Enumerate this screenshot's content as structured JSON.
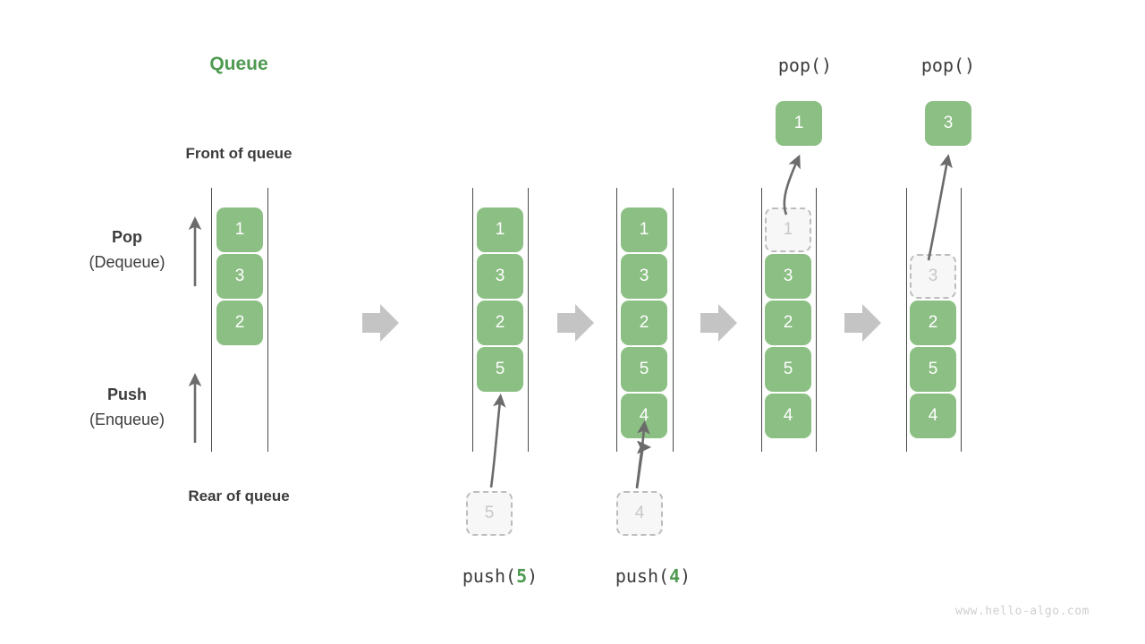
{
  "diagram": {
    "title": "Queue",
    "front_label": "Front of queue",
    "rear_label": "Rear of queue",
    "watermark": "www.hello-algo.com",
    "colors": {
      "accent_green": "#4e9a51",
      "box_green": "#8cbf84",
      "ghost_fill": "#f7f7f7",
      "ghost_border": "#bdbdbd",
      "rail": "#4a4a4a",
      "arrow_gray": "#c4c4c4",
      "thin_arrow": "#6b6b6b",
      "text": "#3c3c3c",
      "watermark": "#cfcfcf"
    },
    "side_labels": [
      {
        "line1": "Pop",
        "line2": "(Dequeue)"
      },
      {
        "line1": "Push",
        "line2": "(Enqueue)"
      }
    ],
    "step_arrow_icon": "right-block-arrow",
    "stages": [
      {
        "id": "initial",
        "caption": "",
        "items": [
          {
            "value": "1",
            "state": "filled"
          },
          {
            "value": "3",
            "state": "filled"
          },
          {
            "value": "2",
            "state": "filled"
          }
        ]
      },
      {
        "id": "after-push-5",
        "caption": "push(",
        "caption_num": "5",
        "caption_tail": ")",
        "incoming": {
          "value": "5",
          "state": "ghost"
        },
        "items": [
          {
            "value": "1",
            "state": "filled"
          },
          {
            "value": "3",
            "state": "filled"
          },
          {
            "value": "2",
            "state": "filled"
          },
          {
            "value": "5",
            "state": "filled"
          }
        ]
      },
      {
        "id": "after-push-4",
        "caption": "push(",
        "caption_num": "4",
        "caption_tail": ")",
        "incoming": {
          "value": "4",
          "state": "ghost"
        },
        "items": [
          {
            "value": "1",
            "state": "filled"
          },
          {
            "value": "3",
            "state": "filled"
          },
          {
            "value": "2",
            "state": "filled"
          },
          {
            "value": "5",
            "state": "filled"
          },
          {
            "value": "4",
            "state": "filled"
          }
        ]
      },
      {
        "id": "after-pop-1",
        "caption": "pop()",
        "outgoing": {
          "value": "1",
          "state": "filled"
        },
        "items": [
          {
            "value": "1",
            "state": "ghost"
          },
          {
            "value": "3",
            "state": "filled"
          },
          {
            "value": "2",
            "state": "filled"
          },
          {
            "value": "5",
            "state": "filled"
          },
          {
            "value": "4",
            "state": "filled"
          }
        ]
      },
      {
        "id": "after-pop-3",
        "caption": "pop()",
        "outgoing": {
          "value": "3",
          "state": "filled"
        },
        "items": [
          {
            "value": "",
            "state": "empty"
          },
          {
            "value": "3",
            "state": "ghost"
          },
          {
            "value": "2",
            "state": "filled"
          },
          {
            "value": "5",
            "state": "filled"
          },
          {
            "value": "4",
            "state": "filled"
          }
        ]
      }
    ]
  }
}
